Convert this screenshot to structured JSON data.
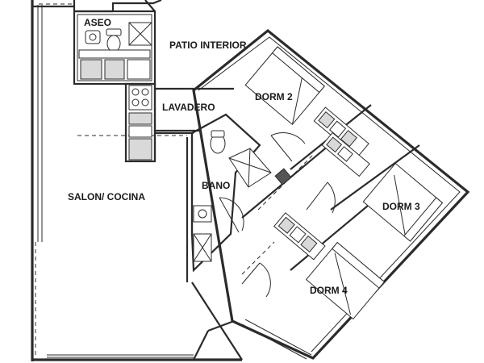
{
  "rooms": {
    "aseo": "ASEO",
    "patio_interior": "PATIO INTERIOR",
    "lavadero": "LAVADERO",
    "salon_cocina": "SALON/ COCINA",
    "bano": "BANO",
    "dorm_2": "DORM 2",
    "dorm_3": "DORM 3",
    "dorm_4": "DORM 4"
  },
  "colors": {
    "wall": "#2b2b2b",
    "fixture_fill": "#d9d9d9",
    "background": "#ffffff"
  }
}
